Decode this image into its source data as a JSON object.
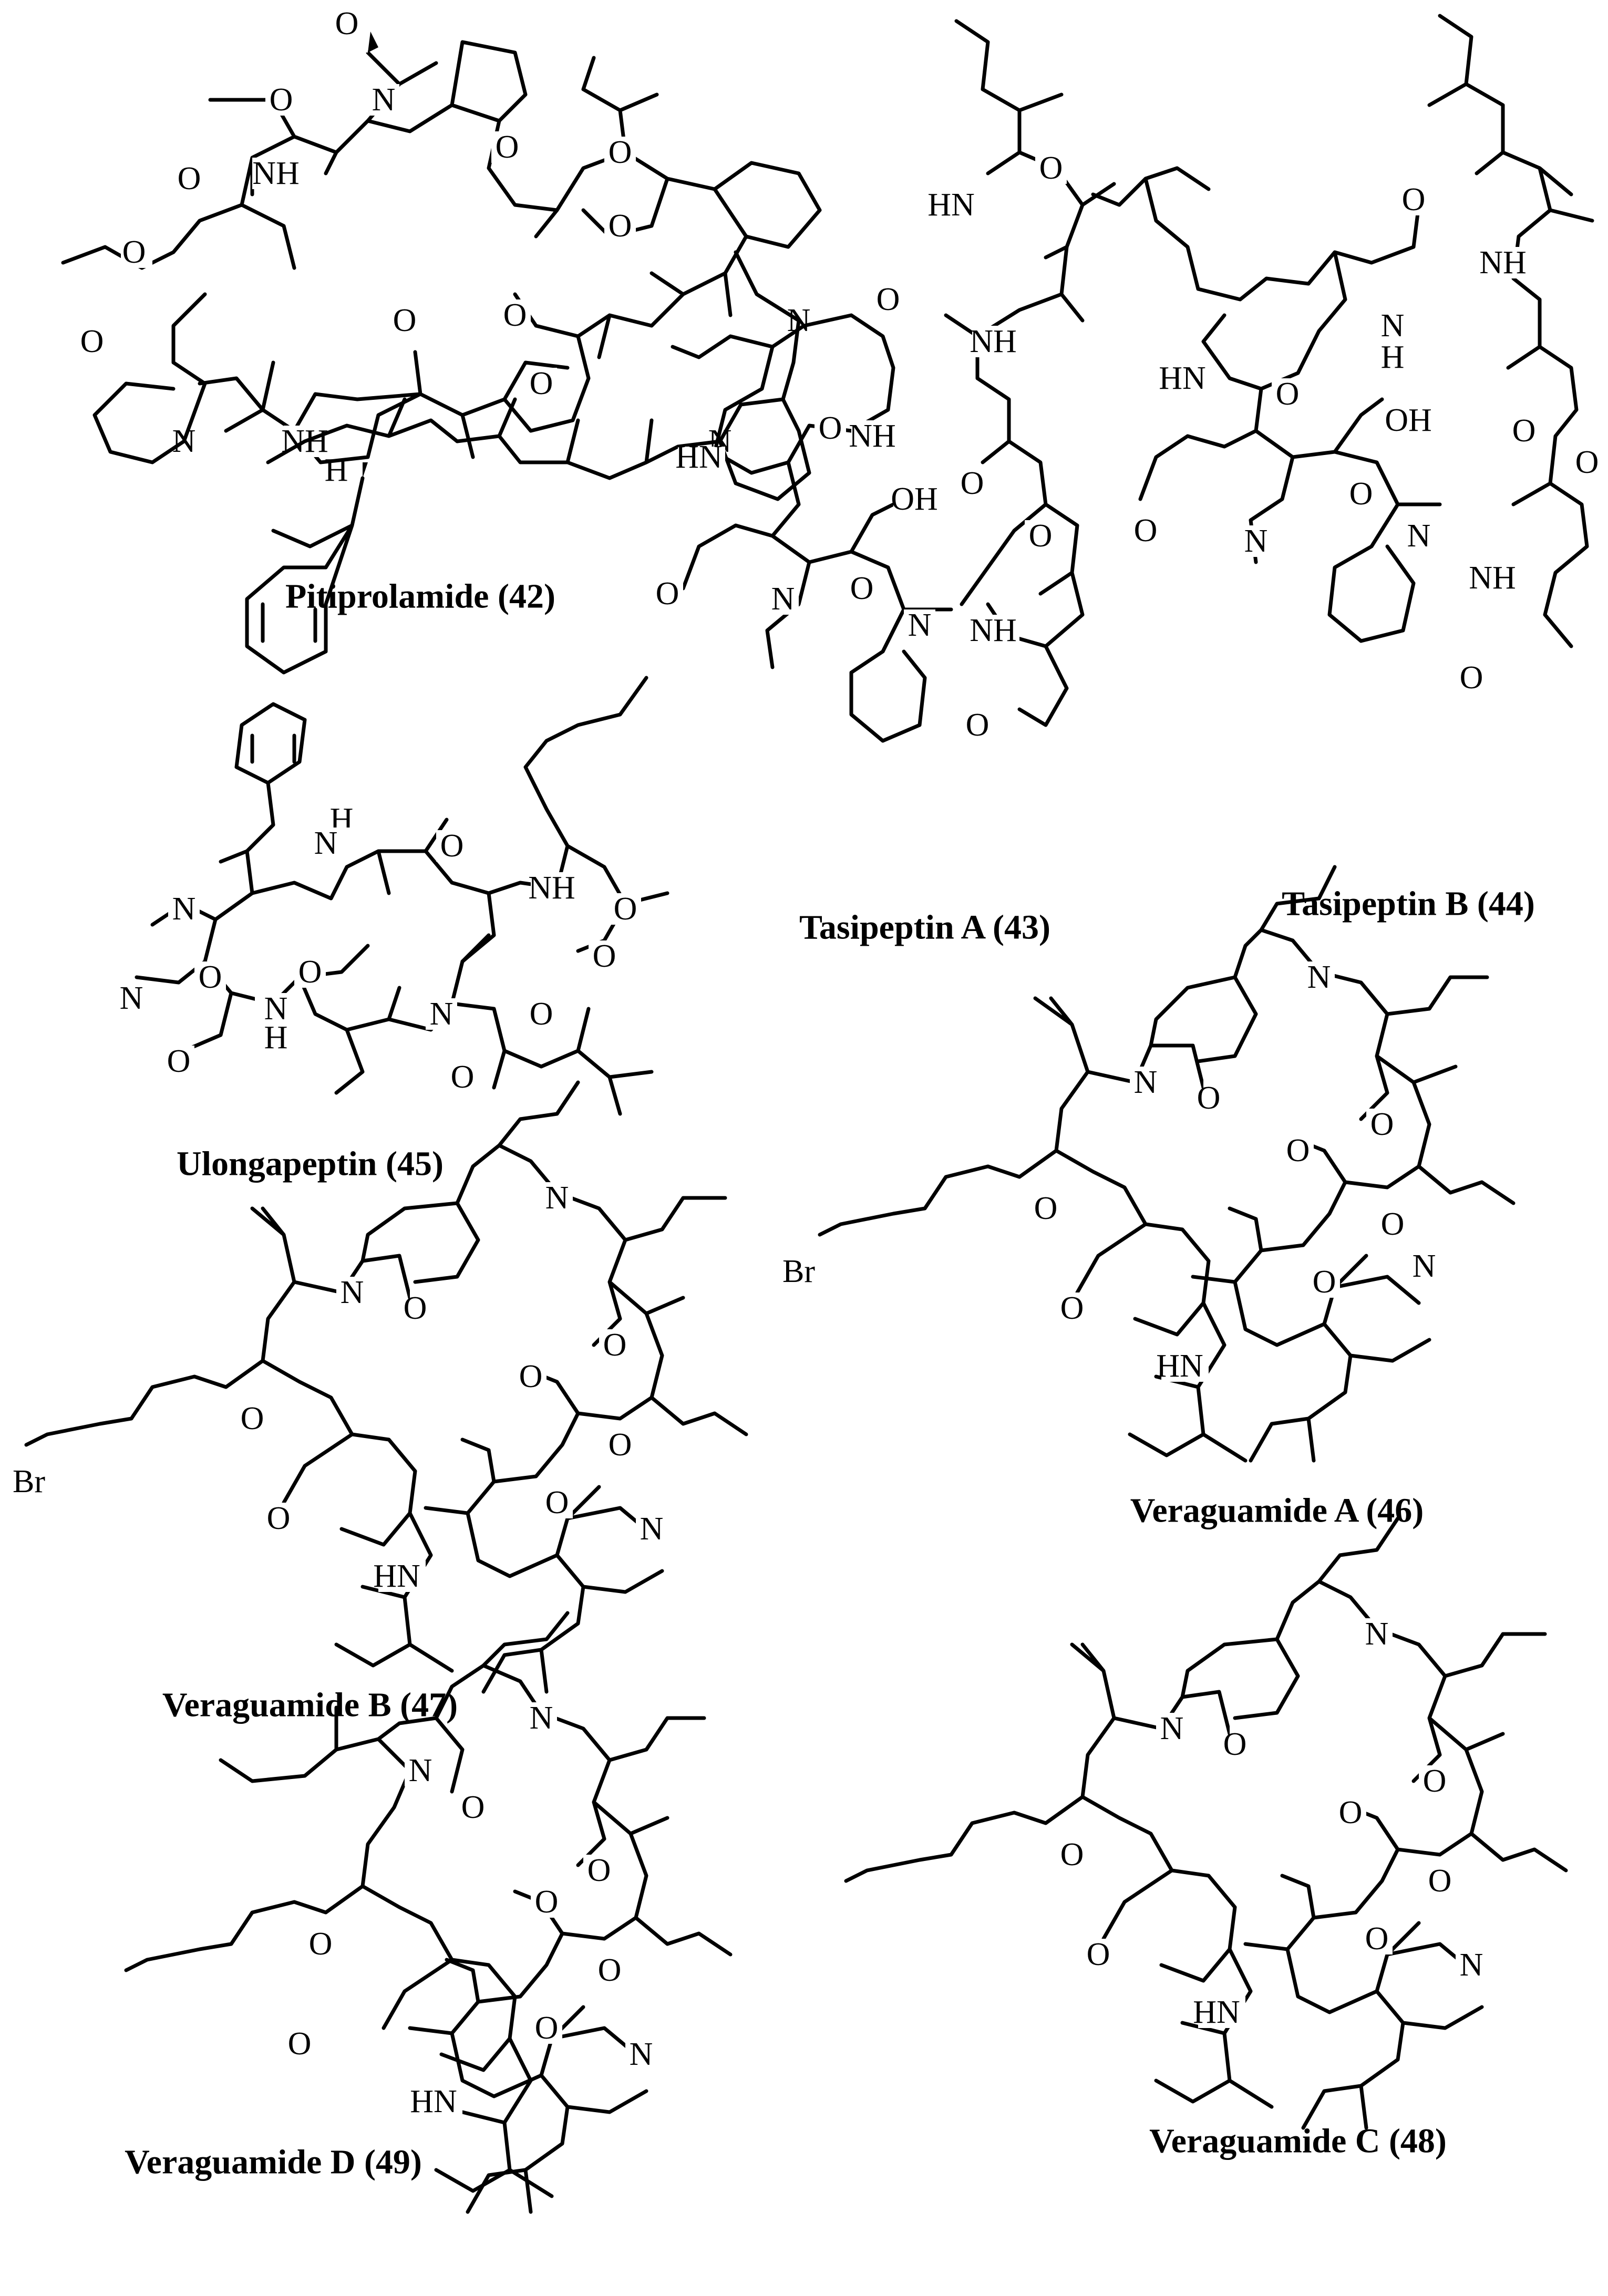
{
  "compounds": [
    {
      "key": "c42",
      "name": "Pitiprolamide (42)"
    },
    {
      "key": "c43",
      "name": "Tasipeptin A (43)"
    },
    {
      "key": "c44",
      "name": "Tasipeptin B (44)"
    },
    {
      "key": "c45",
      "name": "Ulongapeptin (45)"
    },
    {
      "key": "c46",
      "name": "Veraguamide A (46)"
    },
    {
      "key": "c47",
      "name": "Veraguamide B (47)"
    },
    {
      "key": "c48",
      "name": "Veraguamide C (48)"
    },
    {
      "key": "c49",
      "name": "Veraguamide D (49)"
    }
  ],
  "atom_labels": {
    "O": "O",
    "N": "N",
    "NH": "NH",
    "HN": "HN",
    "H": "H",
    "OH": "OH",
    "Br": "Br"
  }
}
